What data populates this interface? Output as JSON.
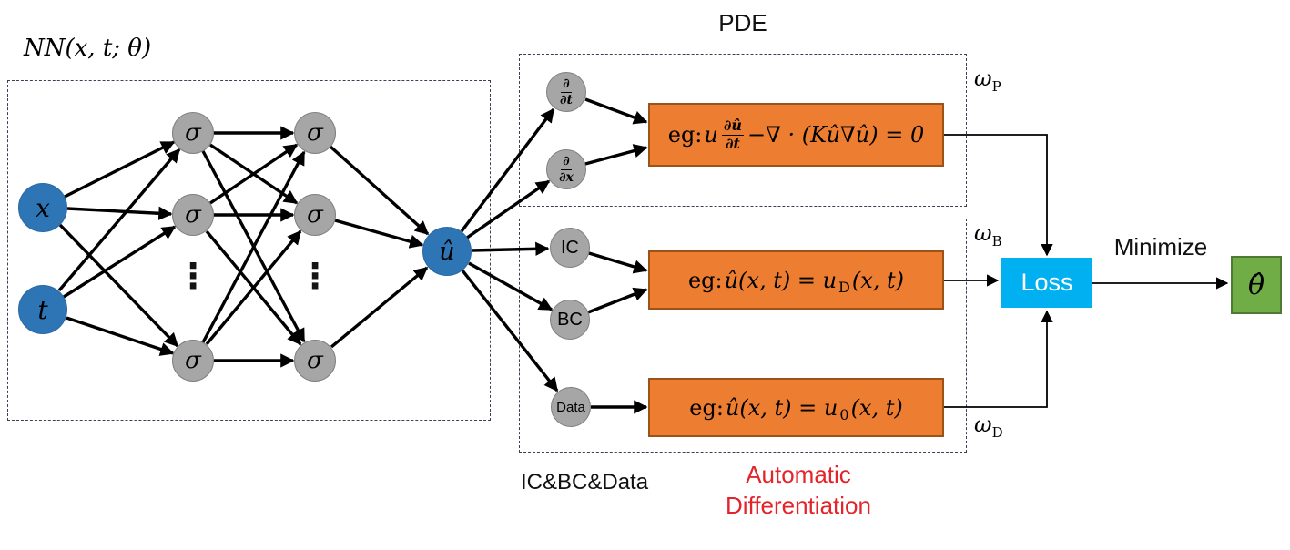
{
  "nn": {
    "title": "NN(x, t; θ)",
    "input_x": "x",
    "input_t": "t",
    "sigma": "σ",
    "ellipsis": "⋮",
    "output": "û"
  },
  "pde": {
    "title": "PDE",
    "ddt": {
      "num": "∂",
      "den": "∂t"
    },
    "ddx": {
      "num": "∂",
      "den": "∂x"
    },
    "equation": {
      "eg": "eg:",
      "u": "u",
      "frac_num": "∂û",
      "frac_den": "∂t",
      "rest": "−∇ · (Kû∇û) = 0"
    }
  },
  "icbc": {
    "title": "IC&BC&Data",
    "ic": "IC",
    "bc": "BC",
    "data": "Data",
    "bc_equation": {
      "eg": "eg:",
      "left": "û(x, t) = u",
      "sub": "D",
      "right": "(x, t)"
    },
    "data_equation": {
      "eg": "eg:",
      "left": "û(x, t) = u",
      "sub": "0",
      "right": "(x, t)"
    }
  },
  "autodiff": {
    "line1": "Automatic",
    "line2": "Differentiation"
  },
  "weights": {
    "pde": {
      "base": "ω",
      "sub": "P"
    },
    "bc": {
      "base": "ω",
      "sub": "B"
    },
    "data": {
      "base": "ω",
      "sub": "D"
    }
  },
  "loss_label": "Loss",
  "minimize_label": "Minimize",
  "theta_label": "θ̂",
  "colors": {
    "node_blue": "#2e75b6",
    "node_gray": "#a6a6a6",
    "box_orange": "#ed7d31",
    "loss_cyan": "#00b0f0",
    "theta_green": "#70ad47",
    "autodiff_red": "#e3242b"
  }
}
